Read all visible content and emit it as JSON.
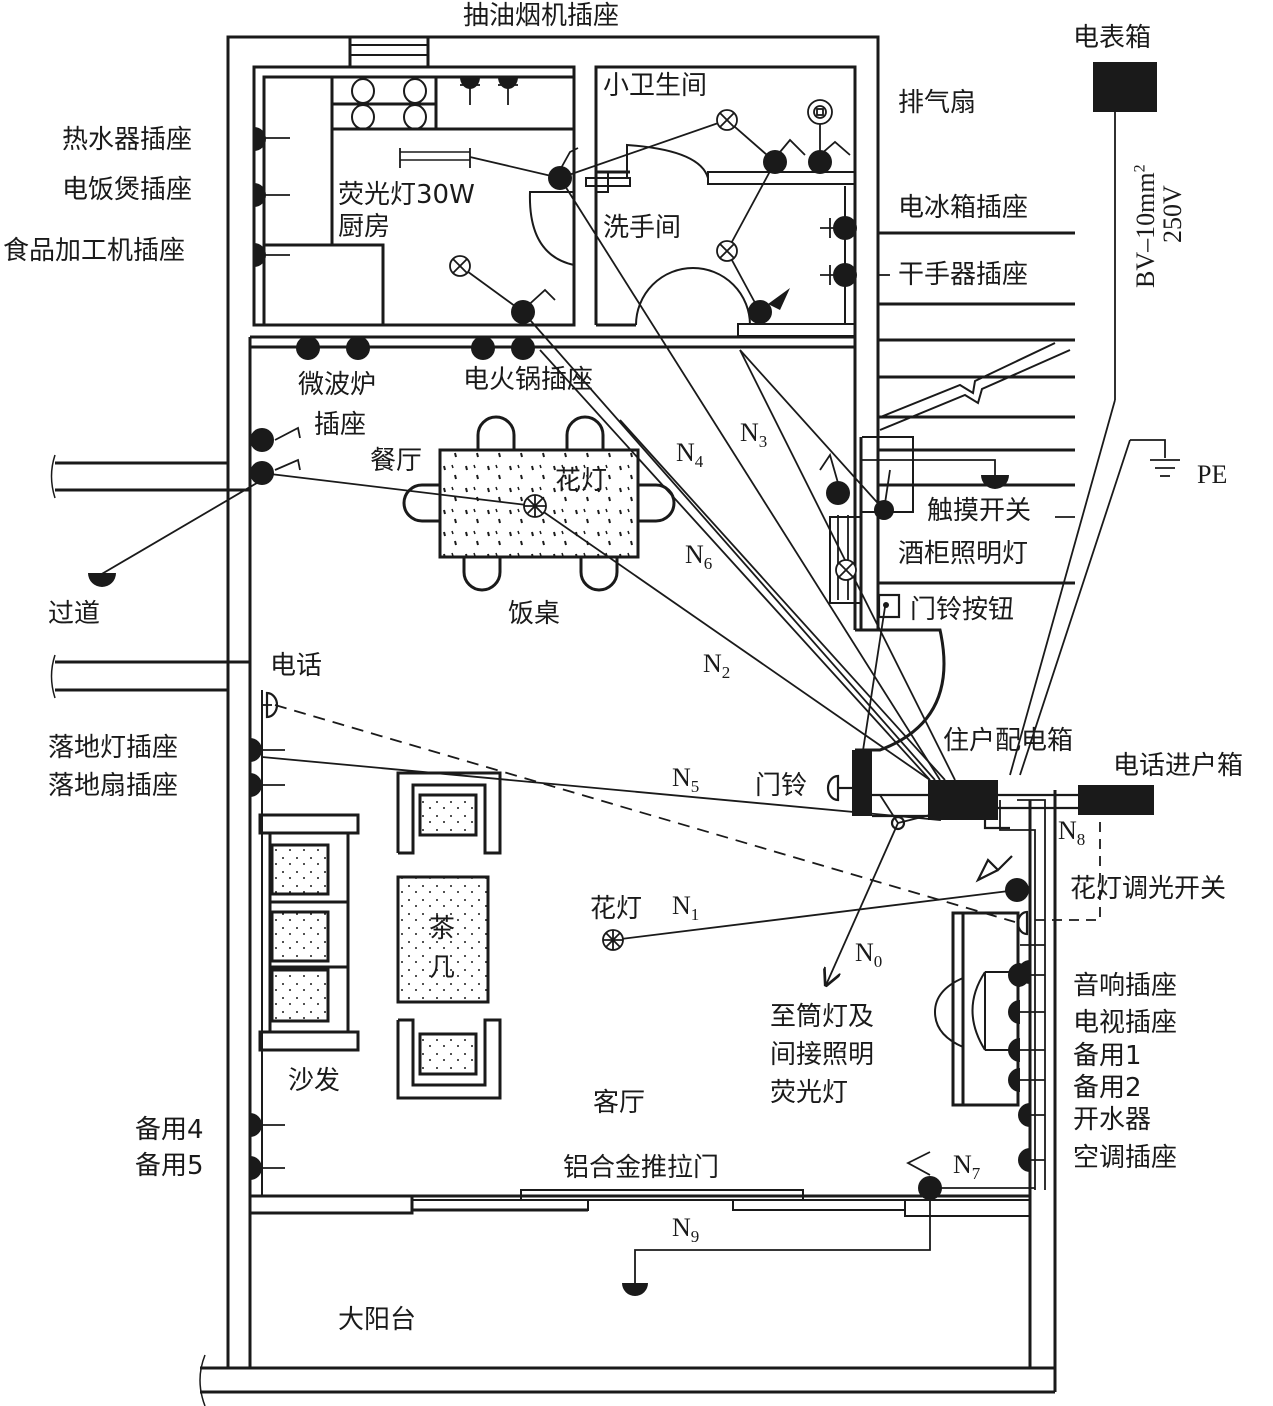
{
  "title": "住宅电气照明平面图",
  "rooms": {
    "kitchen": "厨房",
    "small_toilet": "小卫生间",
    "washroom": "洗手间",
    "dining": "餐厅",
    "living": "客厅",
    "balcony": "大阳台",
    "corridor": "过道"
  },
  "furniture": {
    "dining_table": "饭桌",
    "tea_table_line1": "茶",
    "tea_table_line2": "几",
    "sofa": "沙发",
    "sliding_door": "铝合金推拉门"
  },
  "labels": {
    "range_hood_socket": "抽油烟机插座",
    "water_heater_socket": "热水器插座",
    "rice_cooker_socket": "电饭煲插座",
    "food_processor_socket": "食品加工机插座",
    "fluorescent_30w": "荧光灯30W",
    "exhaust_fan": "排气扇",
    "fridge_socket": "电冰箱插座",
    "hand_dryer_socket": "干手器插座",
    "microwave_socket_1": "微波炉",
    "microwave_socket_2": "插座",
    "hotpot_socket": "电火锅插座",
    "chandelier_dining": "花灯",
    "touch_switch": "触摸开关",
    "wine_cabinet_light": "酒柜照明灯",
    "doorbell_button": "门铃按钮",
    "meter_box": "电表箱",
    "pe": "PE",
    "phone": "电话",
    "floor_lamp_socket": "落地灯插座",
    "floor_fan_socket": "落地扇插座",
    "doorbell": "门铃",
    "distribution_box": "住户配电箱",
    "phone_entry_box": "电话进户箱",
    "chandelier_living": "花灯",
    "dimmer_switch": "花灯调光开关",
    "downlight_note_1": "至筒灯及",
    "downlight_note_2": "间接照明",
    "downlight_note_3": "荧光灯",
    "audio_socket": "音响插座",
    "tv_socket": "电视插座",
    "spare_1": "备用1",
    "spare_2": "备用2",
    "water_boiler": "开水器",
    "ac_socket": "空调插座",
    "spare_4": "备用4",
    "spare_5": "备用5"
  },
  "cable": {
    "spec": "BV–10mm",
    "spec_sup": "2",
    "voltage": "250V"
  },
  "circuits": [
    {
      "id": "N0"
    },
    {
      "id": "N1"
    },
    {
      "id": "N2"
    },
    {
      "id": "N3"
    },
    {
      "id": "N4"
    },
    {
      "id": "N5"
    },
    {
      "id": "N6"
    },
    {
      "id": "N7"
    },
    {
      "id": "N8"
    },
    {
      "id": "N9"
    }
  ],
  "colors": {
    "ink": "#1a1a1a",
    "background": "#ffffff"
  }
}
